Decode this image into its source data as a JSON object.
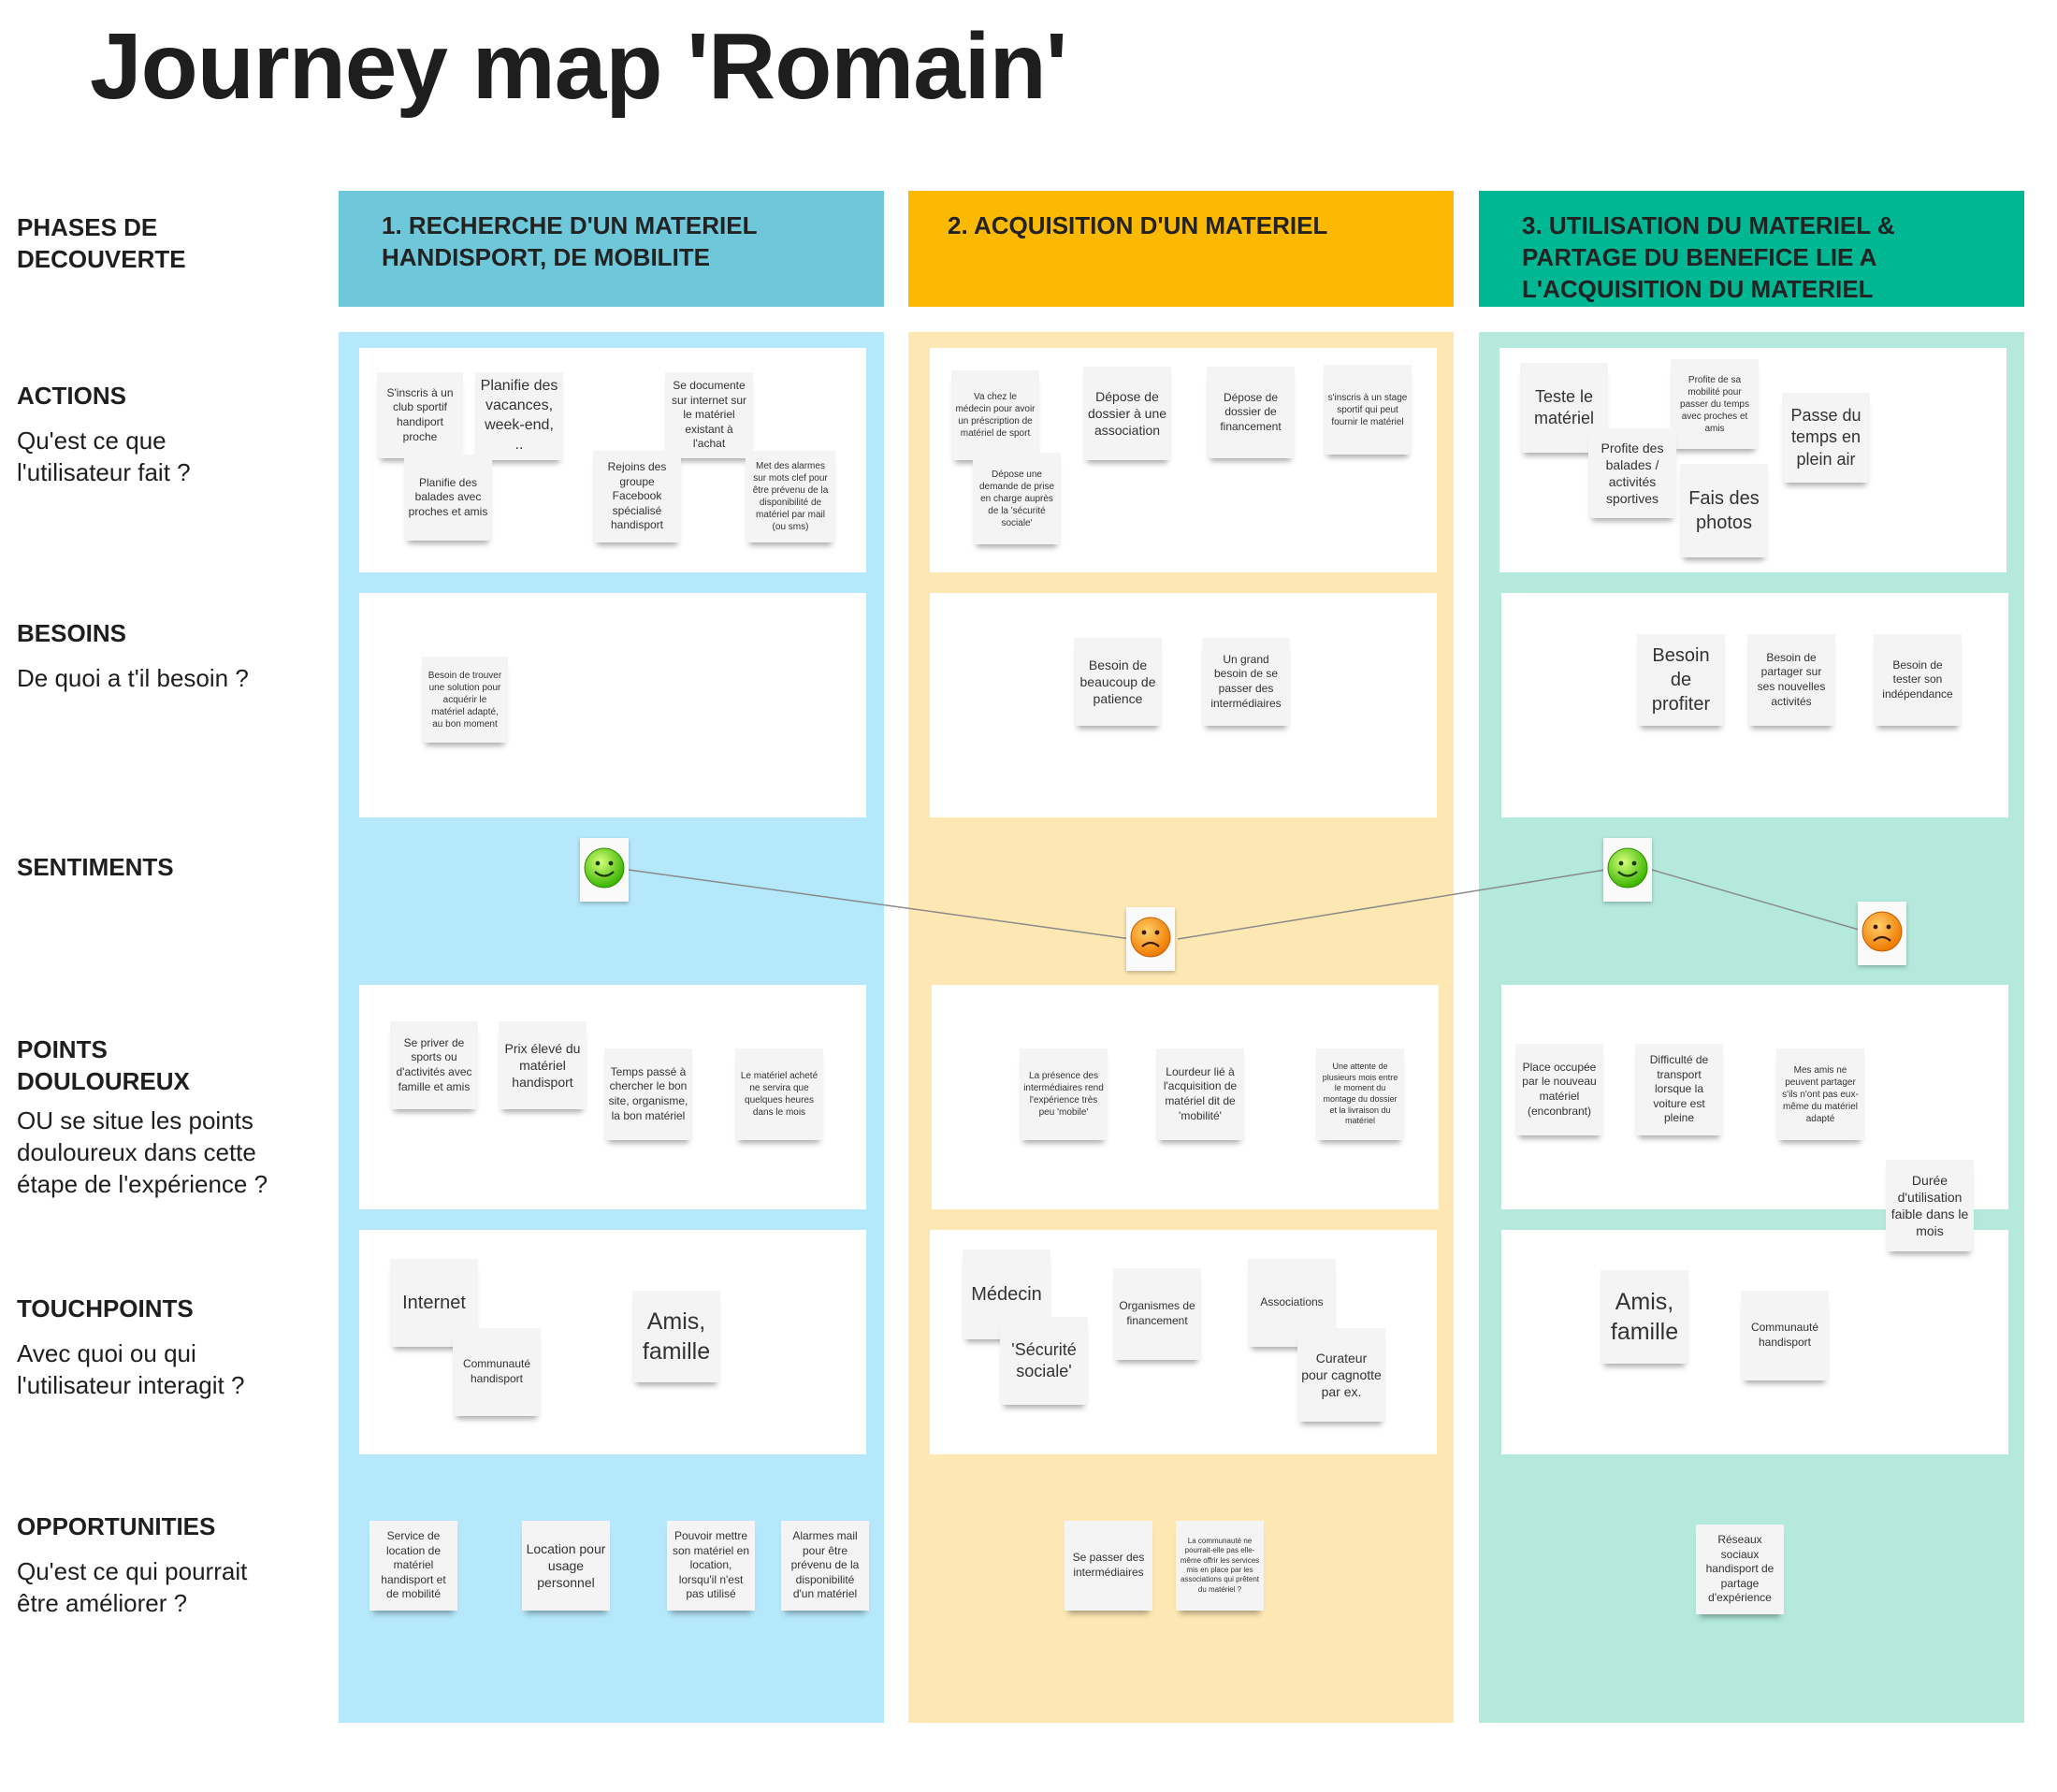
{
  "title": "Journey map 'Romain'",
  "colors": {
    "phase1": "#6fc8da",
    "phase2": "#fbb901",
    "phase3": "#00b794",
    "col1": "#b4e8fa",
    "col2": "#fde8b3",
    "col3": "#b4e9dc"
  },
  "rows": {
    "phases": {
      "heading": "PHASES DE\nDECOUVERTE"
    },
    "actions": {
      "heading": "ACTIONS",
      "question": "Qu'est ce que\nl'utilisateur fait ?"
    },
    "besoins": {
      "heading": "BESOINS",
      "question": "De quoi a t'il besoin ?"
    },
    "sentiments": {
      "heading": "SENTIMENTS"
    },
    "points": {
      "heading": "POINTS\nDOULOUREUX",
      "question": "OU se situe les points\ndouloureux dans cette\nétape de l'expérience ?"
    },
    "touchpoints": {
      "heading": "TOUCHPOINTS",
      "question": "Avec quoi ou qui\nl'utilisateur interagit ?"
    },
    "opportunities": {
      "heading": "OPPORTUNITIES",
      "question": "Qu'est ce qui pourrait\nêtre améliorer ?"
    }
  },
  "phases": [
    {
      "title": "1. RECHERCHE D'UN MATERIEL\nHANDISPORT, DE MOBILITE",
      "sentiment": "happy",
      "actions": [
        "S'inscris à un club sportif handiport proche",
        "Planifie des vacances, week-end, ..",
        "Se documente sur internet sur le matériel existant à l'achat",
        "Planifie des balades avec proches et amis",
        "Rejoins des groupe Facebook spécialisé handisport",
        "Met des alarmes sur mots clef pour être prévenu de la disponibilité de matériel par mail (ou sms)"
      ],
      "besoins": [
        "Besoin de trouver une solution pour acquérir le matériel adapté, au bon moment"
      ],
      "points": [
        "Se priver de sports ou d'activités avec famille et amis",
        "Prix élevé du matériel handisport",
        "Temps passé à chercher le bon site, organisme, la bon matériel",
        "Le matériel acheté ne servira que quelques heures dans le mois"
      ],
      "touchpoints": [
        "Internet",
        "Communauté handisport",
        "Amis, famille"
      ],
      "opportunities": [
        "Service de location de matériel handisport et de mobilité",
        "Location pour usage personnel",
        "Pouvoir mettre son matériel en location, lorsqu'il n'est pas utilisé",
        "Alarmes mail pour être prévenu de la disponibilité d'un matériel"
      ]
    },
    {
      "title": "2. ACQUISITION D'UN MATERIEL",
      "sentiment": "sad",
      "actions": [
        "Va chez le médecin pour avoir un préscription de matériel de sport",
        "Dépose de dossier à une association",
        "Dépose de dossier de financement",
        "s'inscris à un stage sportif qui peut fournir le matériel",
        "Dépose une demande de prise en charge auprès de la 'sécurité sociale'"
      ],
      "besoins": [
        "Besoin de beaucoup de patience",
        "Un grand besoin de se passer des intermédiaires"
      ],
      "points": [
        "La présence des intermédiaires rend l'expérience très peu 'mobile'",
        "Lourdeur lié à l'acquisition de matériel dit de 'mobilité'",
        "Une attente de plusieurs mois entre le moment du montage du dossier et la livraison du matériel"
      ],
      "touchpoints": [
        "Médecin",
        "Organismes de financement",
        "Associations",
        "'Sécurité sociale'",
        "Curateur pour cagnotte par ex."
      ],
      "opportunities": [
        "Se passer des intermédiaires",
        "La communauté ne pourrait-elle pas elle-même offrir les services mis en place par les associations qui prêtent du matériel ?"
      ]
    },
    {
      "title": "3. UTILISATION DU MATERIEL &\nPARTAGE DU BENEFICE LIE A\nL'ACQUISITION DU MATERIEL",
      "sentiments": [
        "happy",
        "sad"
      ],
      "actions": [
        "Teste le matériel",
        "Profite de sa mobilité pour passer du temps avec proches et amis",
        "Passe du temps en plein air",
        "Profite des balades / activités sportives",
        "Fais des photos"
      ],
      "besoins": [
        "Besoin de profiter",
        "Besoin de partager sur ses nouvelles activités",
        "Besoin de tester son indépendance"
      ],
      "points": [
        "Place occupée par le nouveau matériel (enconbrant)",
        "Difficulté de transport lorsque la voiture est pleine",
        "Mes amis ne peuvent partager s'ils n'ont pas eux-même du matériel adapté",
        "Durée d'utilisation faible dans le mois"
      ],
      "touchpoints": [
        "Amis, famille",
        "Communauté handisport"
      ],
      "opportunities": [
        "Réseaux sociaux handisport de partage d'expérience"
      ]
    }
  ]
}
